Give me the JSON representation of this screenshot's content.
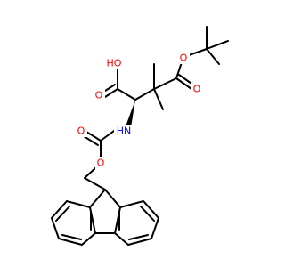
{
  "atoms": {
    "oh": "HO",
    "o_acid": "O",
    "o_ester_single": "O",
    "o_ester_double": "O",
    "nh": "HN",
    "o_carbamate_double": "O",
    "o_carbamate_single": "O"
  },
  "colors": {
    "oxygen": "#ff0000",
    "nitrogen": "#0000ff",
    "carbon": "#000000"
  }
}
